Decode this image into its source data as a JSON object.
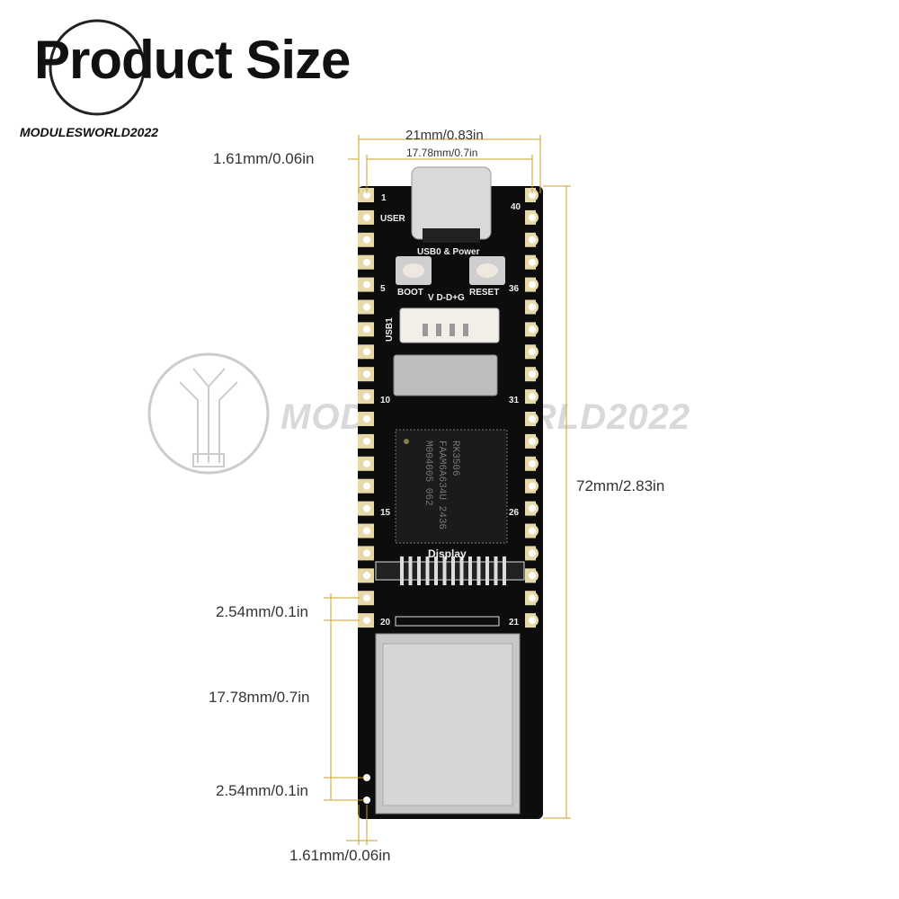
{
  "title": "Product Size",
  "brand": "MODULESWORLD2022",
  "watermark": "MODULESWORLD2022",
  "colors": {
    "dimension_line": "#c9a227",
    "board": "#0d0d0d",
    "pad": "#e8d9a8"
  },
  "dimensions": {
    "top_width": "21mm/0.83in",
    "usb_span": "17.78mm/0.7in",
    "edge_offset_top": "1.61mm/0.06in",
    "length": "72mm/2.83in",
    "pin_pitch_upper": "2.54mm/0.1in",
    "row_spacing": "17.78mm/0.7in",
    "pin_pitch_lower": "2.54mm/0.1in",
    "edge_offset_bottom": "1.61mm/0.06in"
  },
  "board": {
    "labels": {
      "user": "USER",
      "usb0": "USB0 & Power",
      "boot": "BOOT",
      "reset": "RESET",
      "usb1_pins": "V D-D+G",
      "usb1": "USB1",
      "display": "Display"
    },
    "chip": {
      "line1": "RK3506",
      "line2": "FAAM6A634U 2436",
      "line3": "M004005 062"
    },
    "pin_numbers": {
      "p1": "1",
      "p5": "5",
      "p10": "10",
      "p15": "15",
      "p20": "20",
      "p40": "40",
      "p36": "36",
      "p31": "31",
      "p26": "26",
      "p21": "21"
    }
  }
}
